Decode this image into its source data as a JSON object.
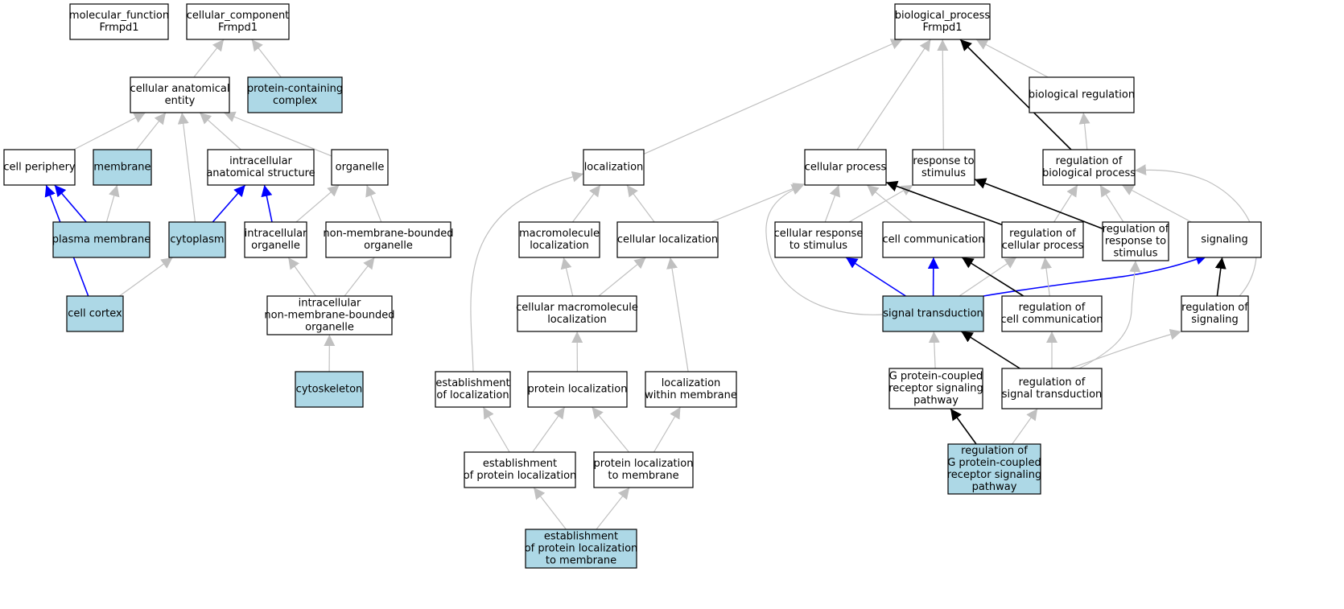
{
  "colors": {
    "node_fill": "#ffffff",
    "highlight_fill": "#add8e6",
    "node_stroke": "#000000",
    "edge_gray": "#c0c0c0",
    "edge_black": "#000000",
    "edge_blue": "#0000ff"
  },
  "nodes": [
    {
      "id": "mf",
      "lines": [
        "molecular_function",
        "Frmpd1"
      ],
      "highlight": false
    },
    {
      "id": "cc",
      "lines": [
        "cellular_component",
        "Frmpd1"
      ],
      "highlight": false
    },
    {
      "id": "bp",
      "lines": [
        "biological_process",
        "Frmpd1"
      ],
      "highlight": false
    },
    {
      "id": "cae",
      "lines": [
        "cellular anatomical",
        "entity"
      ],
      "highlight": false
    },
    {
      "id": "pcc",
      "lines": [
        "protein-containing",
        "complex"
      ],
      "highlight": true
    },
    {
      "id": "cper",
      "lines": [
        "cell periphery"
      ],
      "highlight": false
    },
    {
      "id": "memb",
      "lines": [
        "membrane"
      ],
      "highlight": true
    },
    {
      "id": "ias",
      "lines": [
        "intracellular",
        "anatomical structure"
      ],
      "highlight": false
    },
    {
      "id": "org",
      "lines": [
        "organelle"
      ],
      "highlight": false
    },
    {
      "id": "pm",
      "lines": [
        "plasma membrane"
      ],
      "highlight": true
    },
    {
      "id": "cyto",
      "lines": [
        "cytoplasm"
      ],
      "highlight": true
    },
    {
      "id": "iorg",
      "lines": [
        "intracellular",
        "organelle"
      ],
      "highlight": false
    },
    {
      "id": "nmbo",
      "lines": [
        "non-membrane-bounded",
        "organelle"
      ],
      "highlight": false
    },
    {
      "id": "ccor",
      "lines": [
        "cell cortex"
      ],
      "highlight": true
    },
    {
      "id": "inmbo",
      "lines": [
        "intracellular",
        "non-membrane-bounded",
        "organelle"
      ],
      "highlight": false
    },
    {
      "id": "cysk",
      "lines": [
        "cytoskeleton"
      ],
      "highlight": true
    },
    {
      "id": "loc",
      "lines": [
        "localization"
      ],
      "highlight": false
    },
    {
      "id": "macloc",
      "lines": [
        "macromolecule",
        "localization"
      ],
      "highlight": false
    },
    {
      "id": "cloc",
      "lines": [
        "cellular localization"
      ],
      "highlight": false
    },
    {
      "id": "cmloc",
      "lines": [
        "cellular macromolecule",
        "localization"
      ],
      "highlight": false
    },
    {
      "id": "estloc",
      "lines": [
        "establishment",
        "of localization"
      ],
      "highlight": false
    },
    {
      "id": "protloc",
      "lines": [
        "protein localization"
      ],
      "highlight": false
    },
    {
      "id": "locwm",
      "lines": [
        "localization",
        "within membrane"
      ],
      "highlight": false
    },
    {
      "id": "estprot",
      "lines": [
        "establishment",
        "of protein localization"
      ],
      "highlight": false
    },
    {
      "id": "protmem",
      "lines": [
        "protein localization",
        "to membrane"
      ],
      "highlight": false
    },
    {
      "id": "estprotmem",
      "lines": [
        "establishment",
        "of protein localization",
        "to membrane"
      ],
      "highlight": true
    },
    {
      "id": "cp",
      "lines": [
        "cellular process"
      ],
      "highlight": false
    },
    {
      "id": "rts",
      "lines": [
        "response to",
        "stimulus"
      ],
      "highlight": false
    },
    {
      "id": "breg",
      "lines": [
        "biological regulation"
      ],
      "highlight": false
    },
    {
      "id": "rbp",
      "lines": [
        "regulation of",
        "biological process"
      ],
      "highlight": false
    },
    {
      "id": "crs",
      "lines": [
        "cellular response",
        "to stimulus"
      ],
      "highlight": false
    },
    {
      "id": "ccomm",
      "lines": [
        "cell communication"
      ],
      "highlight": false
    },
    {
      "id": "rcp",
      "lines": [
        "regulation of",
        "cellular process"
      ],
      "highlight": false
    },
    {
      "id": "rrs",
      "lines": [
        "regulation of",
        "response to",
        "stimulus"
      ],
      "highlight": false
    },
    {
      "id": "sig",
      "lines": [
        "signaling"
      ],
      "highlight": false
    },
    {
      "id": "st",
      "lines": [
        "signal transduction"
      ],
      "highlight": true
    },
    {
      "id": "rcc",
      "lines": [
        "regulation of",
        "cell communication"
      ],
      "highlight": false
    },
    {
      "id": "rsig",
      "lines": [
        "regulation of",
        "signaling"
      ],
      "highlight": false
    },
    {
      "id": "gpcr",
      "lines": [
        "G protein-coupled",
        "receptor signaling",
        "pathway"
      ],
      "highlight": false
    },
    {
      "id": "rst",
      "lines": [
        "regulation of",
        "signal transduction"
      ],
      "highlight": false
    },
    {
      "id": "rgpcr",
      "lines": [
        "regulation of",
        "G protein-coupled",
        "receptor signaling",
        "pathway"
      ],
      "highlight": true
    }
  ],
  "edges": [
    {
      "from": "cae",
      "to": "cc",
      "color": "gray"
    },
    {
      "from": "pcc",
      "to": "cc",
      "color": "gray"
    },
    {
      "from": "cper",
      "to": "cae",
      "color": "gray"
    },
    {
      "from": "memb",
      "to": "cae",
      "color": "gray"
    },
    {
      "from": "cyto",
      "to": "cae",
      "color": "gray"
    },
    {
      "from": "ias",
      "to": "cae",
      "color": "gray"
    },
    {
      "from": "org",
      "to": "cae",
      "color": "gray"
    },
    {
      "from": "pm",
      "to": "cper",
      "color": "blue"
    },
    {
      "from": "pm",
      "to": "memb",
      "color": "gray"
    },
    {
      "from": "ccor",
      "to": "cper",
      "color": "blue"
    },
    {
      "from": "ccor",
      "to": "cyto",
      "color": "gray"
    },
    {
      "from": "cyto",
      "to": "ias",
      "color": "blue"
    },
    {
      "from": "iorg",
      "to": "ias",
      "color": "blue"
    },
    {
      "from": "iorg",
      "to": "org",
      "color": "gray"
    },
    {
      "from": "nmbo",
      "to": "org",
      "color": "gray"
    },
    {
      "from": "inmbo",
      "to": "iorg",
      "color": "gray"
    },
    {
      "from": "inmbo",
      "to": "nmbo",
      "color": "gray"
    },
    {
      "from": "cysk",
      "to": "inmbo",
      "color": "gray"
    },
    {
      "from": "loc",
      "to": "bp",
      "color": "gray"
    },
    {
      "from": "cp",
      "to": "bp",
      "color": "gray"
    },
    {
      "from": "rts",
      "to": "bp",
      "color": "gray"
    },
    {
      "from": "breg",
      "to": "bp",
      "color": "gray"
    },
    {
      "from": "rbp",
      "to": "bp",
      "color": "black"
    },
    {
      "from": "rbp",
      "to": "breg",
      "color": "gray"
    },
    {
      "from": "macloc",
      "to": "loc",
      "color": "gray"
    },
    {
      "from": "cloc",
      "to": "loc",
      "color": "gray"
    },
    {
      "from": "cloc",
      "to": "cp",
      "color": "gray"
    },
    {
      "from": "estloc",
      "to": "loc",
      "color": "gray"
    },
    {
      "from": "cmloc",
      "to": "macloc",
      "color": "gray"
    },
    {
      "from": "cmloc",
      "to": "cloc",
      "color": "gray"
    },
    {
      "from": "protloc",
      "to": "cmloc",
      "color": "gray"
    },
    {
      "from": "locwm",
      "to": "cloc",
      "color": "gray"
    },
    {
      "from": "estprot",
      "to": "estloc",
      "color": "gray"
    },
    {
      "from": "estprot",
      "to": "protloc",
      "color": "gray"
    },
    {
      "from": "protmem",
      "to": "protloc",
      "color": "gray"
    },
    {
      "from": "protmem",
      "to": "locwm",
      "color": "gray"
    },
    {
      "from": "estprotmem",
      "to": "estprot",
      "color": "gray"
    },
    {
      "from": "estprotmem",
      "to": "protmem",
      "color": "gray"
    },
    {
      "from": "crs",
      "to": "cp",
      "color": "gray"
    },
    {
      "from": "crs",
      "to": "rts",
      "color": "gray"
    },
    {
      "from": "ccomm",
      "to": "cp",
      "color": "gray"
    },
    {
      "from": "rcp",
      "to": "cp",
      "color": "black"
    },
    {
      "from": "rcp",
      "to": "rbp",
      "color": "gray"
    },
    {
      "from": "rrs",
      "to": "rts",
      "color": "black"
    },
    {
      "from": "rrs",
      "to": "rbp",
      "color": "gray"
    },
    {
      "from": "sig",
      "to": "rbp",
      "color": "gray"
    },
    {
      "from": "st",
      "to": "crs",
      "color": "blue"
    },
    {
      "from": "st",
      "to": "ccomm",
      "color": "blue"
    },
    {
      "from": "st",
      "to": "rcp",
      "color": "gray"
    },
    {
      "from": "st",
      "to": "sig",
      "color": "blue"
    },
    {
      "from": "st",
      "to": "cp",
      "color": "gray"
    },
    {
      "from": "rcc",
      "to": "ccomm",
      "color": "black"
    },
    {
      "from": "rcc",
      "to": "rcp",
      "color": "gray"
    },
    {
      "from": "rsig",
      "to": "sig",
      "color": "black"
    },
    {
      "from": "rsig",
      "to": "rbp",
      "color": "gray"
    },
    {
      "from": "gpcr",
      "to": "st",
      "color": "gray"
    },
    {
      "from": "rst",
      "to": "st",
      "color": "black"
    },
    {
      "from": "rst",
      "to": "rcc",
      "color": "gray"
    },
    {
      "from": "rst",
      "to": "rsig",
      "color": "gray"
    },
    {
      "from": "rst",
      "to": "rrs",
      "color": "gray"
    },
    {
      "from": "rgpcr",
      "to": "gpcr",
      "color": "black"
    },
    {
      "from": "rgpcr",
      "to": "rst",
      "color": "gray"
    }
  ]
}
